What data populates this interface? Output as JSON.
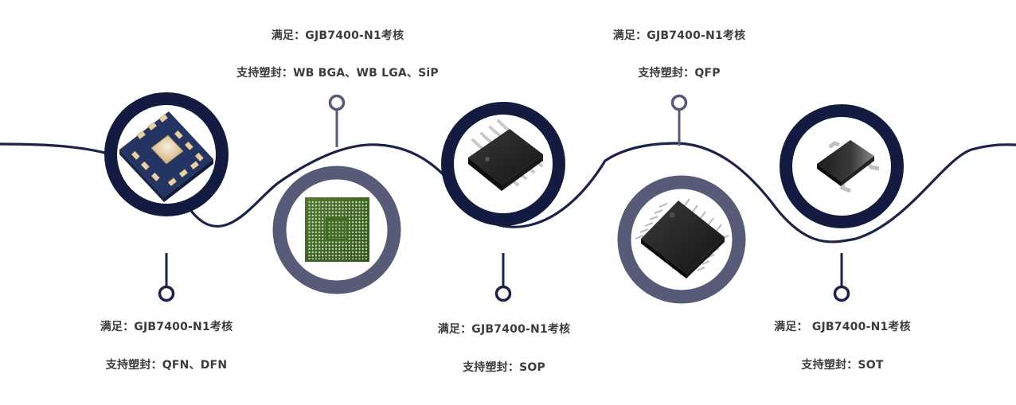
{
  "colors": {
    "navy": "#131b41",
    "slate": "#575b78",
    "line": "#1c2248",
    "text": "#3c3c3c",
    "background": "#ffffff"
  },
  "packages": [
    {
      "requirement": "满足：GJB7400-N1考核",
      "support": "支持塑封：QFN、DFN",
      "chip_icon": "qfn-chip-icon",
      "ring": "navy"
    },
    {
      "requirement": "满足：GJB7400-N1考核",
      "support": "支持塑封：WB BGA、WB LGA、SiP",
      "chip_icon": "bga-chip-icon",
      "ring": "slate"
    },
    {
      "requirement": "满足：GJB7400-N1考核",
      "support": "支持塑封：SOP",
      "chip_icon": "sop-chip-icon",
      "ring": "navy"
    },
    {
      "requirement": "满足：GJB7400-N1考核",
      "support": "支持塑封：QFP",
      "chip_icon": "qfp-chip-icon",
      "ring": "slate"
    },
    {
      "requirement": "满足： GJB7400-N1考核",
      "support": "支持塑封：SOT",
      "chip_icon": "sot-chip-icon",
      "ring": "navy"
    }
  ]
}
